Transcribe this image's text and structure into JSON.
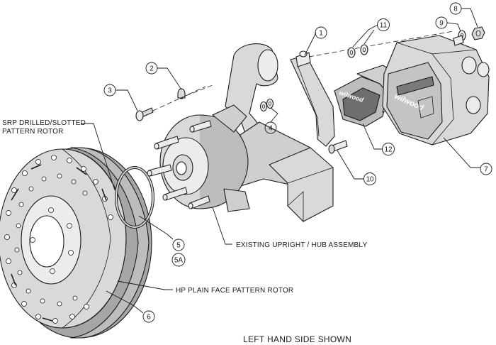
{
  "colors": {
    "part_fill": "#d9d9d9",
    "part_light": "#ececec",
    "part_dark": "#a6a6a6",
    "outline": "#1a1a1a",
    "background": "#ffffff"
  },
  "labels": {
    "srp_rotor_line1": "SRP DRILLED/SLOTTED",
    "srp_rotor_line2": "PATTERN ROTOR",
    "upright_hub": "EXISTING UPRIGHT / HUB ASSEMBLY",
    "hp_rotor": "HP PLAIN FACE PATTERN ROTOR",
    "caption": "LEFT HAND SIDE SHOWN"
  },
  "logo_text": "wilwood",
  "callouts": [
    "1",
    "2",
    "3",
    "4",
    "5",
    "5A",
    "6",
    "7",
    "8",
    "9",
    "10",
    "11",
    "12"
  ]
}
